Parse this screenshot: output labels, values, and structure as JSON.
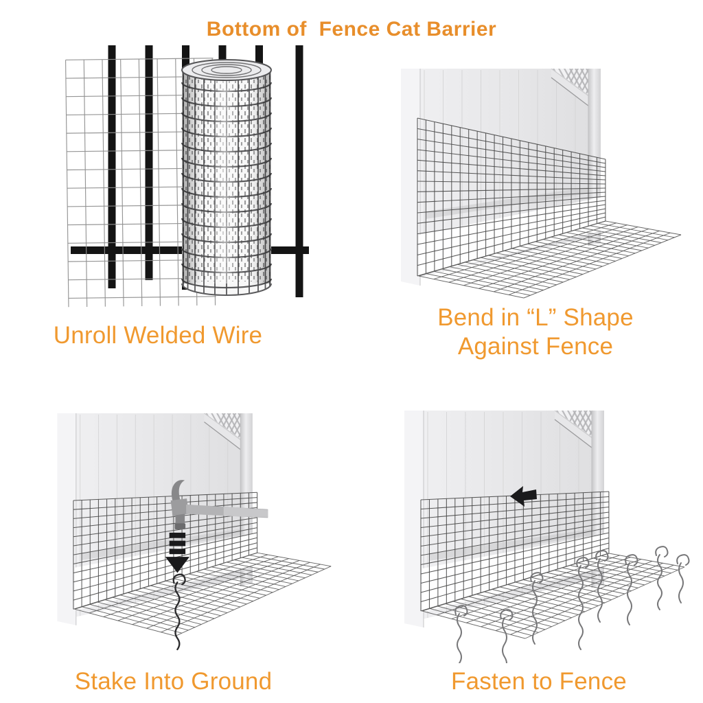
{
  "title": "Bottom of  Fence Cat Barrier",
  "colors": {
    "title": "#E88E2B",
    "caption": "#F0992F",
    "fence_bars": "#141414",
    "flat_mesh_wire": "#8f8f8f",
    "roll_wire": "#4f4f51",
    "scene_mesh_wire": "#4a4a4a",
    "floor_mesh_wire": "#565656",
    "fence_panel_light": "#f1f1f3",
    "fence_panel_dark": "#dedee0",
    "arrow_black": "#1a1a1c",
    "stake_dark": "#2b2b2d",
    "stake_gray": "#767678",
    "hammer_gray": "#9c9c9e"
  },
  "pictograms": [
    "metal-fence-bars",
    "welded-wire-mesh-flat",
    "welded-wire-roll",
    "vinyl-fence",
    "wire-mesh-wall",
    "wire-mesh-floor",
    "hammer",
    "down-arrow",
    "ground-stake",
    "left-arrow",
    "fence-stakes"
  ],
  "panels": [
    {
      "id": "unroll-welded-wire",
      "caption": "Unroll Welded Wire"
    },
    {
      "id": "bend-l-shape",
      "caption_lines": [
        "Bend in “L” Shape",
        "Against Fence"
      ]
    },
    {
      "id": "stake-into-ground",
      "caption": "Stake Into Ground"
    },
    {
      "id": "fasten-to-fence",
      "caption": "Fasten to Fence"
    }
  ]
}
